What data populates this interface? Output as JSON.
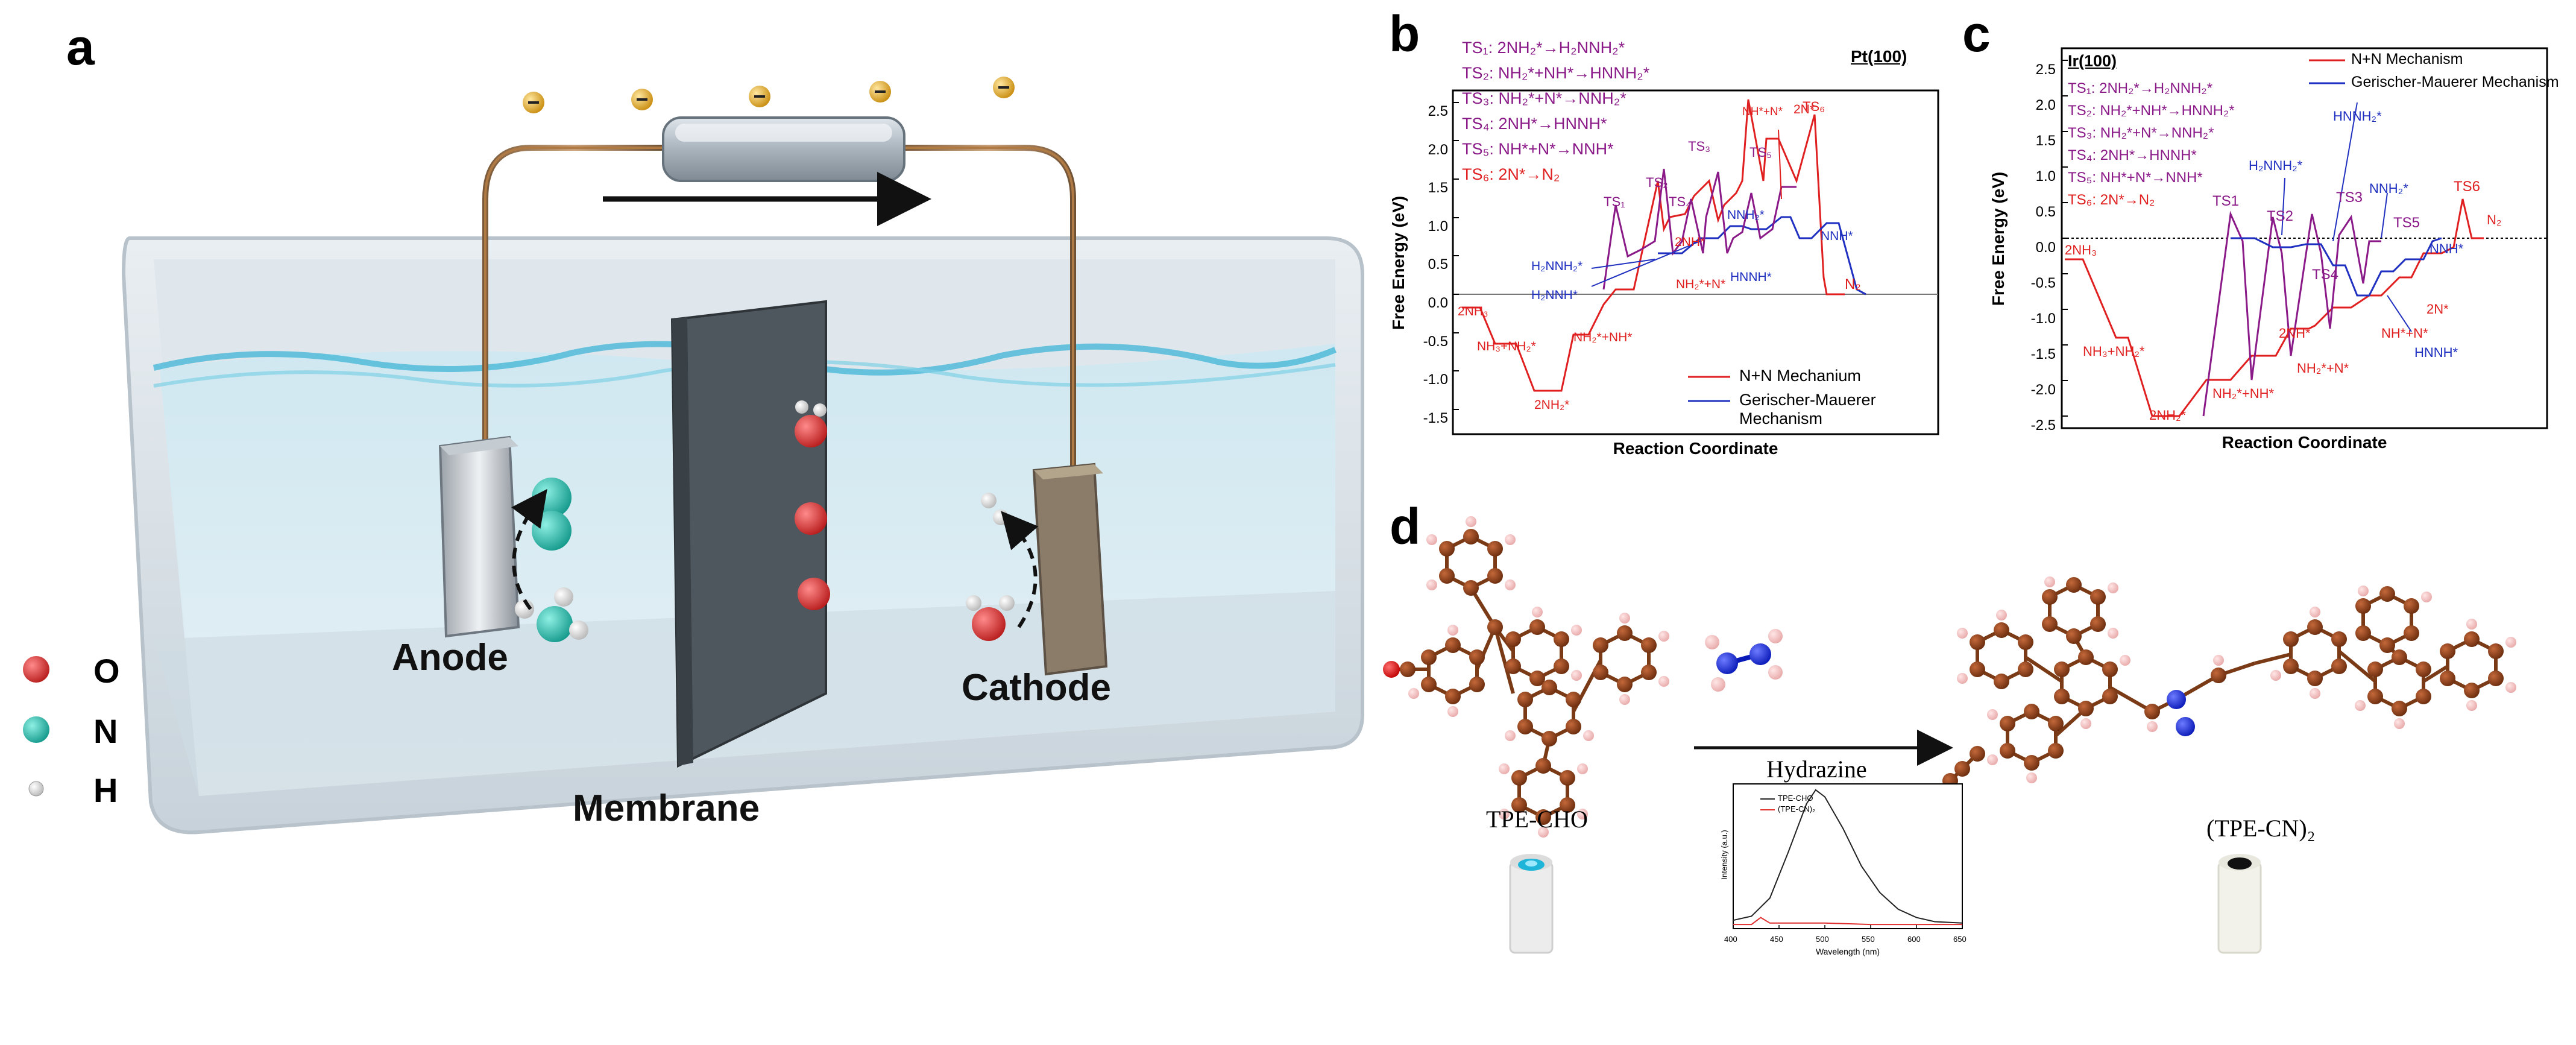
{
  "panels": {
    "a": {
      "letter": "a",
      "anode_label": "Anode",
      "cathode_label": "Cathode",
      "membrane_label": "Membrane",
      "legend": [
        {
          "label": "O",
          "color": "#e03a3a"
        },
        {
          "label": "N",
          "color": "#2ec4b6"
        },
        {
          "label": "H",
          "color": "#ffffff"
        }
      ],
      "electron_symbol": "−"
    },
    "b": {
      "letter": "b",
      "surface": "Pt(100)",
      "ylabel": "Free Energy (eV)",
      "xlabel": "Reaction Coordinate",
      "yticks": [
        "2.5",
        "2.0",
        "1.5",
        "1.0",
        "0.5",
        "0.0",
        "-0.5",
        "-1.0",
        "-1.5"
      ],
      "ts_list": [
        {
          "text": "TS₁: 2NH₂*→H₂NNH₂*",
          "color": "#8b1a89"
        },
        {
          "text": "TS₂: NH₂*+NH*→HNNH₂*",
          "color": "#8b1a89"
        },
        {
          "text": "TS₃: NH₂*+N*→NNH₂*",
          "color": "#8b1a89"
        },
        {
          "text": "TS₄: 2NH*→HNNH*",
          "color": "#8b1a89"
        },
        {
          "text": "TS₅: NH*+N*→NNH*",
          "color": "#8b1a89"
        },
        {
          "text": "TS₆: 2N*→N₂",
          "color": "#e02020"
        }
      ],
      "legend": [
        {
          "label": "N+N Mechanium",
          "color": "#e02020"
        },
        {
          "label": "Gerischer-Mauerer Mechanism",
          "color": "#2030c0"
        }
      ],
      "labels": {
        "nh3_2": "2NH₃",
        "nh3_nh2": "NH₃+NH₂*",
        "nh2_2": "2NH₂*",
        "nh2_nh": "NH₂*+NH*",
        "nh_2": "2NH*",
        "nh2_n": "NH₂*+N*",
        "nh_n": "NH*+N*",
        "n_2": "2N*",
        "n2": "N₂",
        "ts1": "TS₁",
        "ts2": "TS₂",
        "ts3": "TS₃",
        "ts4": "TS₄",
        "ts5": "TS₅",
        "ts6": "TS₆",
        "h2nnh2": "H₂NNH₂*",
        "h2nnh": "H₂NNH*",
        "nnh2": "NNH₂*",
        "hnnh": "HNNH*",
        "nnh": "NNH*"
      }
    },
    "c": {
      "letter": "c",
      "surface": "Ir(100)",
      "ylabel": "Free Energy (eV)",
      "xlabel": "Reaction Coordinate",
      "yticks": [
        "2.5",
        "2.0",
        "1.5",
        "1.0",
        "0.5",
        "0.0",
        "-0.5",
        "-1.0",
        "-1.5",
        "-2.0",
        "-2.5"
      ],
      "ts_list": [
        {
          "text": "TS₁: 2NH₂*→H₂NNH₂*",
          "color": "#8b1a89"
        },
        {
          "text": "TS₂: NH₂*+NH*→HNNH₂*",
          "color": "#8b1a89"
        },
        {
          "text": "TS₃: NH₂*+N*→NNH₂*",
          "color": "#8b1a89"
        },
        {
          "text": "TS₄: 2NH*→HNNH*",
          "color": "#8b1a89"
        },
        {
          "text": "TS₅: NH*+N*→NNH*",
          "color": "#8b1a89"
        },
        {
          "text": "TS₆: 2N*→N₂",
          "color": "#e02020"
        }
      ],
      "legend": [
        {
          "label": "N+N Mechanism",
          "color": "#e02020"
        },
        {
          "label": "Gerischer-Mauerer Mechanism",
          "color": "#2030c0"
        }
      ],
      "labels": {
        "nh3_2": "2NH₃",
        "nh3_nh2": "NH₃+NH₂*",
        "nh2_2": "2NH₂*",
        "nh2_nh": "NH₂*+NH*",
        "nh_2": "2NH*",
        "nh2_n": "NH₂*+N*",
        "nh_n": "NH*+N*",
        "n_2": "2N*",
        "n2": "N₂",
        "ts1": "TS1",
        "ts2": "TS2",
        "ts3": "TS3",
        "ts4": "TS4",
        "ts5": "TS5",
        "ts6": "TS6",
        "h2nnh2": "H₂NNH₂*",
        "hnnh2": "HNNH₂*",
        "nnh2": "NNH₂*",
        "hnnh": "HNNH*",
        "nnh": "NNH*"
      }
    },
    "d": {
      "letter": "d",
      "left_molecule": "TPE-CHO",
      "right_molecule": "(TPE-CN)₂",
      "reagent": "Hydrazine",
      "inset": {
        "xlabel": "Wavelength (nm)",
        "ylabel": "Intensity (a.u.)",
        "xticks": [
          "400",
          "450",
          "500",
          "550",
          "600",
          "650"
        ],
        "legend": [
          {
            "label": "TPE-CHO",
            "color": "#222222"
          },
          {
            "label": "(TPE-CN)₂",
            "color": "#e03030"
          }
        ]
      }
    }
  },
  "chart_data": [
    {
      "type": "line",
      "title": "",
      "xlabel": "Wavelength (nm)",
      "ylabel": "Intensity (a.u.)",
      "xlim": [
        400,
        650
      ],
      "series": [
        {
          "name": "TPE-CHO",
          "x": [
            400,
            420,
            440,
            460,
            480,
            490,
            500,
            520,
            540,
            560,
            580,
            600,
            620,
            650
          ],
          "values": [
            0.06,
            0.09,
            0.22,
            0.55,
            0.9,
            1.0,
            0.95,
            0.72,
            0.45,
            0.26,
            0.14,
            0.08,
            0.05,
            0.04
          ]
        },
        {
          "name": "(TPE-CN)₂",
          "x": [
            400,
            420,
            430,
            440,
            460,
            500,
            550,
            600,
            650
          ],
          "values": [
            0.03,
            0.03,
            0.08,
            0.04,
            0.04,
            0.04,
            0.03,
            0.03,
            0.03
          ]
        }
      ]
    }
  ]
}
